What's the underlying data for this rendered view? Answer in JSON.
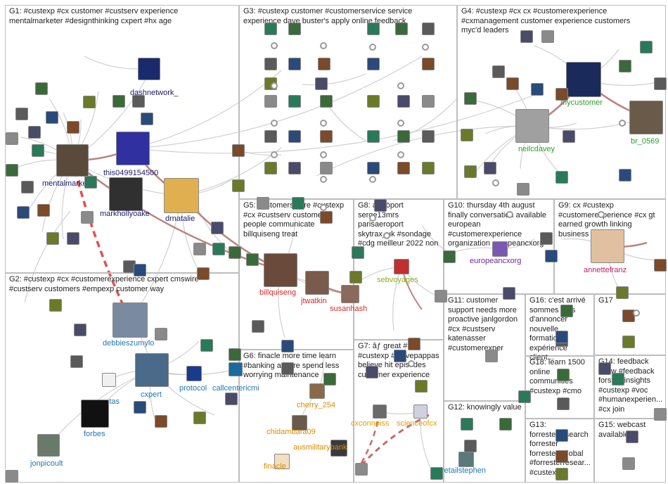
{
  "groups": [
    {
      "id": "G1",
      "label": "G1: #custexp #cx customer #custserv experience\nmentalmarketer #designthinking cxpert #hx age"
    },
    {
      "id": "G2",
      "label": "G2: #custexp #cx #customerexperience cxpert cmswire\n#custserv customers #empexp customer way"
    },
    {
      "id": "G3",
      "label": "G3: #custexp customer #customerservice service\nexperience dave buster's apply online feedback"
    },
    {
      "id": "G4",
      "label": "G4: #custexp #cx cx #customerexperience\n#cxmanagement customer experience customers\nmyc'd leaders"
    },
    {
      "id": "G5",
      "label": "G5: customers care #custexp\n#cx #custserv customer\npeople communicate\nbillquiseng treat"
    },
    {
      "id": "G6",
      "label": "G6: finacle more time learn\n#banking assure spend less\nworrying maintenance"
    },
    {
      "id": "G7",
      "label": "G7: âƒ great #cx\n#custexp #stevepappas\nbelieve hit episodes\ncustomer experience"
    },
    {
      "id": "G8",
      "label": "G8: aã ròport\nserge13mrs\nparisaeroport\nskytrax_uk #sondage\n#cdg meilleur 2022 non"
    },
    {
      "id": "G9",
      "label": "G9: cx #custexp\n#customerexperience #cx gt\nearned growth linking\nbusiness outcomes"
    },
    {
      "id": "G10",
      "label": "G10: thursday 4th august\nfinally conversation available\neuropean\n#customerexperience\norganization europeancxorg"
    },
    {
      "id": "G11",
      "label": "G11: customer\nsupport needs more\nproactive janlgordon\n#cx #custserv\nkatenasser\n#customerexper"
    },
    {
      "id": "G12",
      "label": "G12: knowingly value"
    },
    {
      "id": "G13",
      "label": "G13:\nforresterresearch\nforrester\nforrester_global\n#forresterresear...\n#custexp..."
    },
    {
      "id": "G14",
      "label": "G14: feedback\nknow #feedback\nforsta #insights\n#custexp #voc\n#humanexperien...\n#cx join"
    },
    {
      "id": "G15",
      "label": "G15: webcast\navailable"
    },
    {
      "id": "G16",
      "label": "G16: c'est arrivé\nsommes fiers\nd'annoncer\nnouvelle\nformation\nexpérience client..."
    },
    {
      "id": "G17",
      "label": "G17"
    },
    {
      "id": "G18",
      "label": "G18: learn 1500\nonline\ncommunities\n#custexp #cmo"
    }
  ],
  "nodes": [
    {
      "id": "dashnetwork",
      "label": "dashnetwork_",
      "color": "#1a2a6c",
      "labelColor": "#1a1a6a"
    },
    {
      "id": "mentalmarketer",
      "label": "mentalmarketer",
      "color": "#5a4a3a",
      "labelColor": "#1a1a6a"
    },
    {
      "id": "this0499154500",
      "label": "this0499154500",
      "color": "#3030a0",
      "labelColor": "#1a1a6a"
    },
    {
      "id": "markhollyoake",
      "label": "markhollyoake",
      "color": "#303030",
      "labelColor": "#1a1a6a"
    },
    {
      "id": "drnatalie",
      "label": "drnatalie",
      "color": "#e0b050",
      "labelColor": "#1a1a6a"
    },
    {
      "id": "debbieszumylo",
      "label": "debbieszumylo",
      "color": "#7a8aa0",
      "labelColor": "#1f77b4"
    },
    {
      "id": "cxpert",
      "label": "cxpert",
      "color": "#4a6a8a",
      "labelColor": "#1f77b4"
    },
    {
      "id": "protocol",
      "label": "protocol",
      "color": "#1a3a8a",
      "labelColor": "#1f77b4"
    },
    {
      "id": "callcentericmi",
      "label": "callcentericmi",
      "color": "#1a6aa0",
      "labelColor": "#1f77b4"
    },
    {
      "id": "qantas",
      "label": "qantas",
      "color": "#f0f0f0",
      "labelColor": "#1f77b4"
    },
    {
      "id": "forbes",
      "label": "forbes",
      "color": "#111111",
      "labelColor": "#1f77b4"
    },
    {
      "id": "jonpicoult",
      "label": "jonpicoult",
      "color": "#6a7a6a",
      "labelColor": "#1f77b4"
    },
    {
      "id": "mycustomer",
      "label": "mycustomer",
      "color": "#1a2a5a",
      "labelColor": "#2ca02c"
    },
    {
      "id": "neilcdavey",
      "label": "neilcdavey",
      "color": "#a0a0a0",
      "labelColor": "#2ca02c"
    },
    {
      "id": "br_0569",
      "label": "br_0569",
      "color": "#6a5a4a",
      "labelColor": "#2ca02c"
    },
    {
      "id": "billquiseng",
      "label": "billquiseng",
      "color": "#6a4a3a",
      "labelColor": "#d62728"
    },
    {
      "id": "jtwatkin",
      "label": "jtwatkin",
      "color": "#7a5a4a",
      "labelColor": "#d62728"
    },
    {
      "id": "susanhash",
      "label": "susanhash",
      "color": "#8a6a5a",
      "labelColor": "#d62728"
    },
    {
      "id": "sebvoyages",
      "label": "sebvoyages",
      "color": "#c03030",
      "labelColor": "#8ab020"
    },
    {
      "id": "europeancxorg",
      "label": "europeancxorg",
      "color": "#7a5ab0",
      "labelColor": "#6a2a9a"
    },
    {
      "id": "annettefranz",
      "label": "annettefranz",
      "color": "#e0c0a0",
      "labelColor": "#c0206a"
    },
    {
      "id": "cherry_254",
      "label": "cherry_254",
      "color": "#8a6a4a",
      "labelColor": "#e08a00"
    },
    {
      "id": "chidambara09",
      "label": "chidambara09",
      "color": "#6a5a4a",
      "labelColor": "#e08a00"
    },
    {
      "id": "ausmilitarybank",
      "label": "ausmilitarybank",
      "color": "#3a3a3a",
      "labelColor": "#e08a00"
    },
    {
      "id": "finacle",
      "label": "finacle",
      "color": "#f0e0c0",
      "labelColor": "#e08a00"
    },
    {
      "id": "cxconnoisseur",
      "label": "cxconnoiss",
      "color": "#6a6a6a",
      "labelColor": "#e0a000"
    },
    {
      "id": "scienceofcx",
      "label": "scienceofcx",
      "color": "#d0d0e0",
      "labelColor": "#e0a000"
    },
    {
      "id": "retailstephen",
      "label": "retailstephen",
      "color": "#5a7a7a",
      "labelColor": "#1f77b4"
    }
  ]
}
